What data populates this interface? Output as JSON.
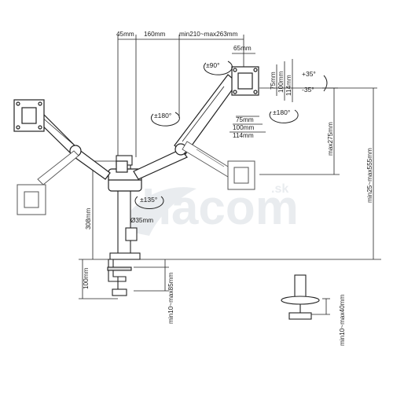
{
  "watermark": {
    "text": "hacom",
    "suffix": ".sk"
  },
  "dimensions": {
    "top_pole_width": "45mm",
    "top_arm": "160mm",
    "top_reach": "min210~max263mm",
    "vesa_side": "65mm",
    "vesa_v1": "75mm",
    "vesa_v2": "100mm",
    "vesa_v3": "114mm",
    "vesa_h1": "75mm",
    "vesa_h2": "100mm",
    "vesa_h3": "114mm",
    "max_height": "max275mm",
    "total_height": "min25~max555mm",
    "pole_height": "308mm",
    "pole_diameter": "Ø35mm",
    "base_height": "100mm",
    "clamp_range": "min10~max85mm",
    "grommet_range": "min10~max40mm"
  },
  "angles": {
    "screen_rotate": "±90°",
    "tilt_up": "+35°",
    "tilt_down": "-35°",
    "swivel": "±180°",
    "arm_rotate": "±180°",
    "base_rotate": "±135°"
  }
}
